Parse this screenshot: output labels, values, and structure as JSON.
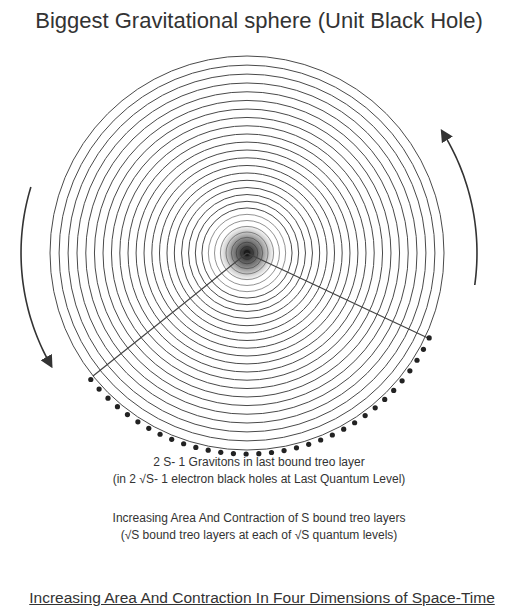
{
  "diagram": {
    "title": "Biggest Gravitational sphere (Unit Black Hole)",
    "caption": "Increasing Area And Contraction In Four Dimensions of Space-Time",
    "labels": [
      "2 S- 1 Gravitons in last bound treo layer",
      "(in 2 √S- 1 electron black holes  at Last Quantum Level)",
      "Increasing Area And Contraction of  S bound treo layers",
      "(√S  bound treo layers at each of √S quantum levels)"
    ]
  }
}
